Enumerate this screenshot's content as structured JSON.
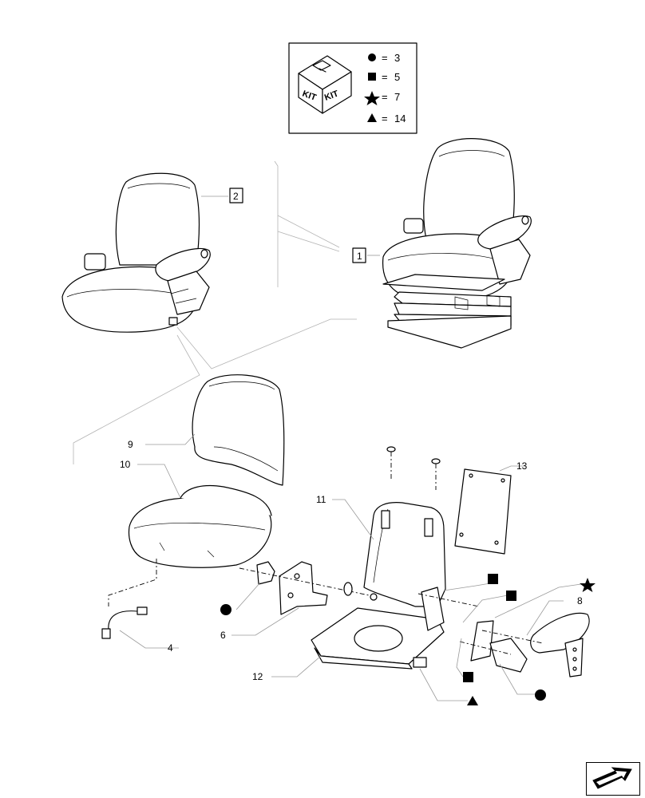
{
  "legend": {
    "kit_text": "KIT",
    "items": [
      {
        "symbol": "circle",
        "value": "3"
      },
      {
        "symbol": "square",
        "value": "5"
      },
      {
        "symbol": "star",
        "value": "7"
      },
      {
        "symbol": "triangle",
        "value": "14"
      }
    ],
    "equals": "="
  },
  "callouts": {
    "c1": "1",
    "c2": "2",
    "c4": "4",
    "c6": "6",
    "c8": "8",
    "c9": "9",
    "c10": "10",
    "c11": "11",
    "c12": "12",
    "c13": "13"
  },
  "nav": {
    "icon": "next-page-arrow-icon"
  }
}
